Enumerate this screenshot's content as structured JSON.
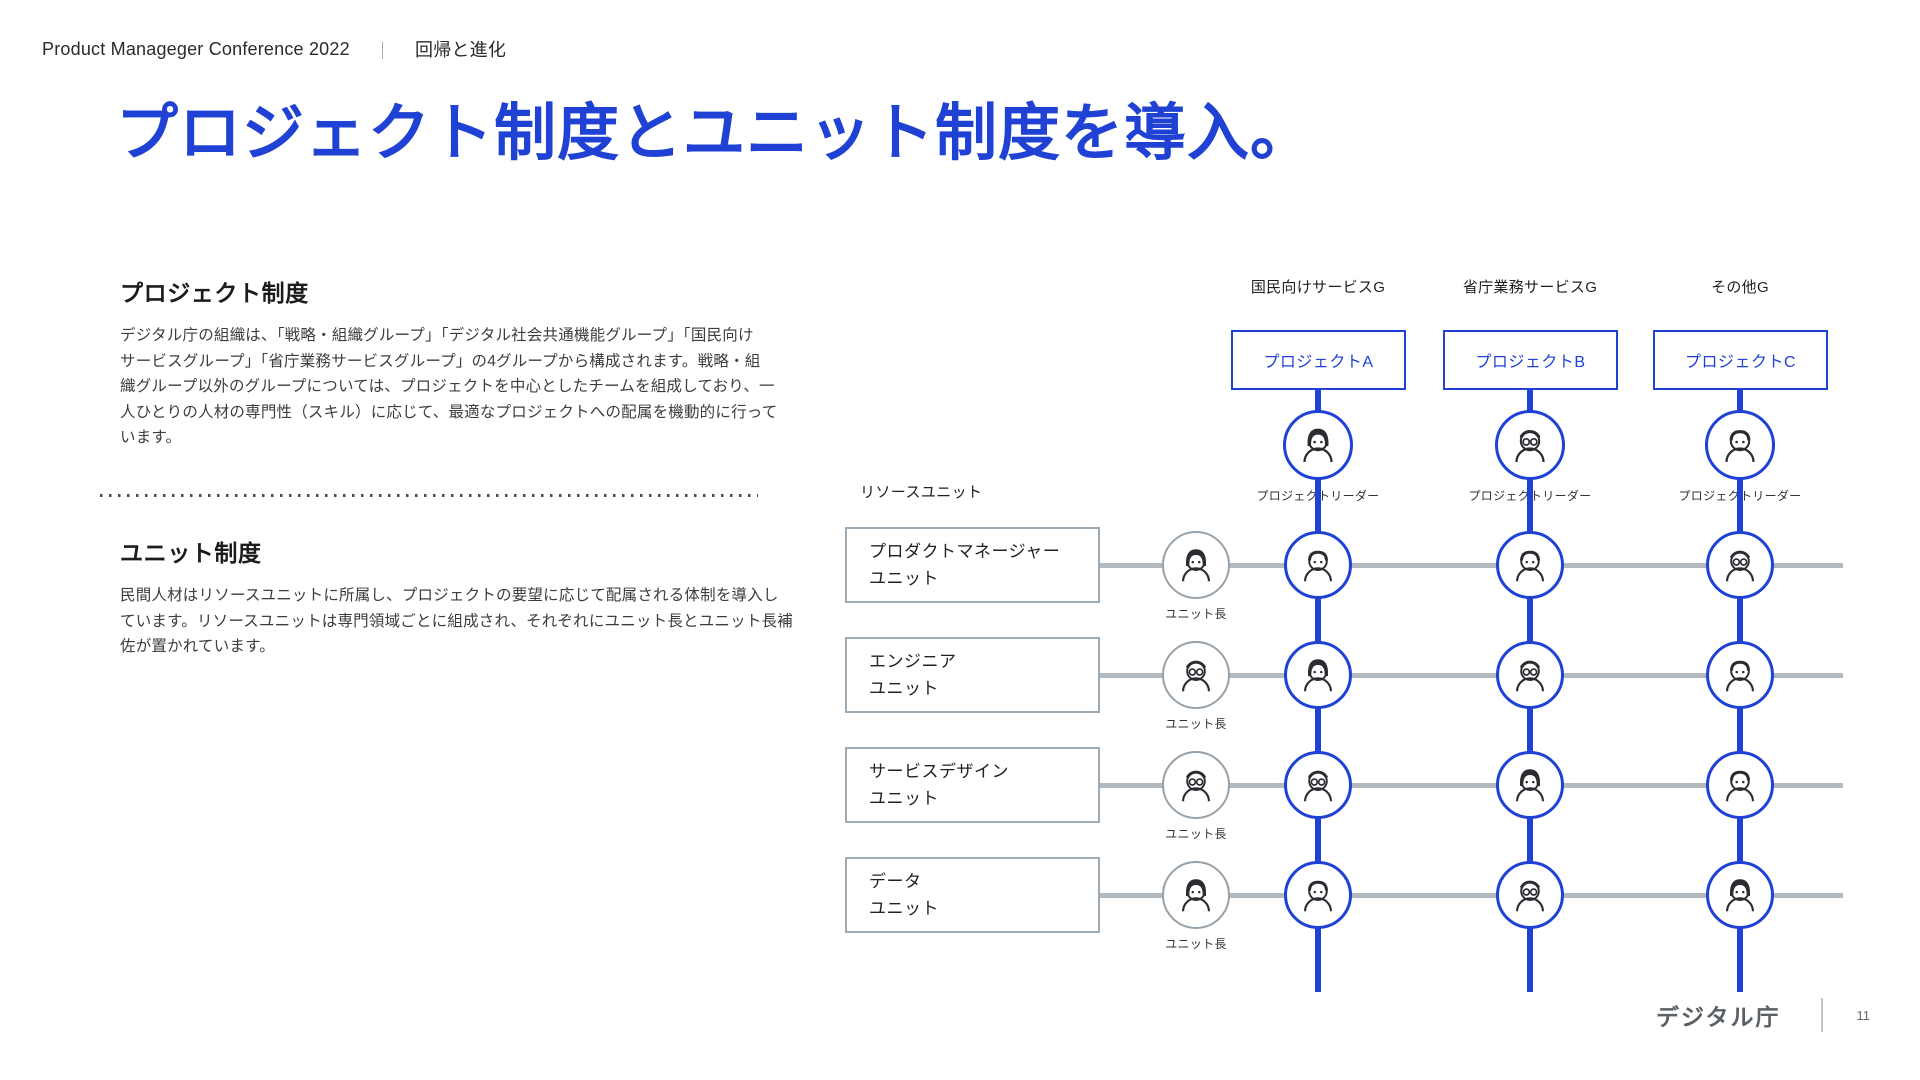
{
  "colors": {
    "primary_blue": "#2042d4",
    "line_gray": "#b2bac0",
    "box_border_gray": "#9fabb4",
    "circle_gray": "#96a1aa",
    "icon_ink": "#2b2b31",
    "text_dark": "#1c1c1c",
    "body_text": "#3d3d3d",
    "footer_gray": "#5a6065"
  },
  "header": {
    "conference": "Product Manageger Conference 2022",
    "separator": "｜",
    "theme": "回帰と進化"
  },
  "title": "プロジェクト制度とユニット制度を導入。",
  "sections": [
    {
      "heading": "プロジェクト制度",
      "body": "デジタル庁の組織は、「戦略・組織グループ」「デジタル社会共通機能グループ」「国民向け\nサービスグループ」「省庁業務サービスグループ」の4グループから構成されます。戦略・組\n織グループ以外のグループについては、プロジェクトを中心としたチームを組成しており、一\n人ひとりの人材の専門性（スキル）に応じて、最適なプロジェクトへの配属を機動的に行って\nいます。"
    },
    {
      "heading": "ユニット制度",
      "body": "民間人材はリソースユニットに所属し、プロジェクトの要望に応じて配属される体制を導入し\nています。リソースユニットは専門領域ごとに組成され、それぞれにユニット長とユニット長補\n佐が置かれています。"
    }
  ],
  "diagram": {
    "resource_unit_label": "リソースユニット",
    "leader_label": "プロジェクトリーダー",
    "unit_head_label": "ユニット長",
    "groups": [
      {
        "name": "国民向けサービスG",
        "project": "プロジェクトA",
        "leader_avatar": "person-bob"
      },
      {
        "name": "省庁業務サービスG",
        "project": "プロジェクトB",
        "leader_avatar": "person-glasses"
      },
      {
        "name": "その他G",
        "project": "プロジェクトC",
        "leader_avatar": "person-short-hair"
      }
    ],
    "units": [
      {
        "name_line1": "プロダクトマネージャー",
        "name_line2": "ユニット",
        "head_avatar": "person-bob",
        "members": [
          "person-short-hair",
          "person-short-hair",
          "person-glasses"
        ]
      },
      {
        "name_line1": "エンジニア",
        "name_line2": "ユニット",
        "head_avatar": "person-glasses",
        "members": [
          "person-bob",
          "person-glasses",
          "person-short-hair"
        ]
      },
      {
        "name_line1": "サービスデザイン",
        "name_line2": "ユニット",
        "head_avatar": "person-glasses",
        "members": [
          "person-glasses",
          "person-bob",
          "person-short-hair"
        ]
      },
      {
        "name_line1": "データ",
        "name_line2": "ユニット",
        "head_avatar": "person-bob",
        "members": [
          "person-short-hair",
          "person-glasses",
          "person-bob"
        ]
      }
    ]
  },
  "footer": {
    "brand": "デジタル庁",
    "page": "11"
  }
}
